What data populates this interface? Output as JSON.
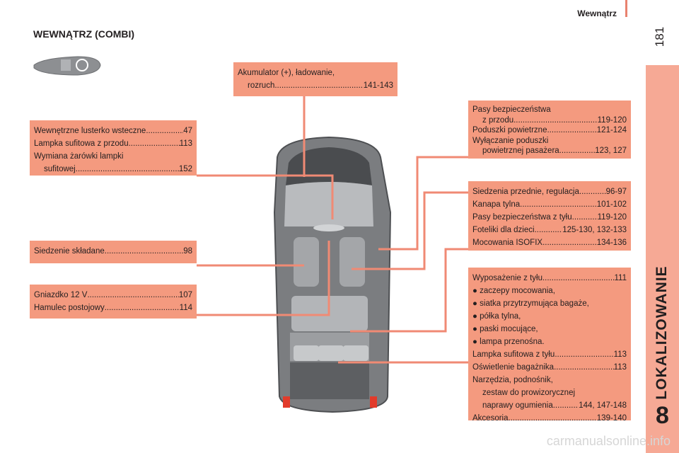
{
  "header": {
    "section": "Wewnątrz",
    "page_number": "181"
  },
  "side": {
    "label": "LOKALIZOWANIE",
    "chapter": "8"
  },
  "title": "WEWNĄTRZ (COMBI)",
  "boxes": {
    "battery": [
      {
        "text": "Akumulator (+), ładowanie,"
      },
      {
        "text": "rozruch",
        "page": "141-143",
        "indent": true
      }
    ],
    "mirror": [
      {
        "text": "Wewnętrzne lusterko wsteczne",
        "page": "47"
      },
      {
        "text": "Lampka sufitowa z przodu",
        "page": "113"
      },
      {
        "text": "Wymiana żarówki lampki"
      },
      {
        "text": "sufitowej",
        "page": "152",
        "indent": true
      }
    ],
    "belts": [
      {
        "text": "Pasy bezpieczeństwa"
      },
      {
        "text": "z przodu",
        "page": "119-120",
        "indent": true
      },
      {
        "text": "Poduszki powietrzne",
        "page": "121-124"
      },
      {
        "text": "Wyłączanie poduszki"
      },
      {
        "text": "powietrznej pasażera",
        "page": "123, 127",
        "indent": true
      }
    ],
    "seats": [
      {
        "text": "Siedzenia przednie, regulacja ",
        "page": "96-97"
      },
      {
        "text": "Kanapa tylna",
        "page": "101-102"
      },
      {
        "text": "Pasy bezpieczeństwa z tyłu",
        "page": "119-120"
      },
      {
        "text": "Foteliki dla dzieci ",
        "page": "125-130, 132-133"
      },
      {
        "text": "Mocowania ISOFIX",
        "page": "134-136"
      }
    ],
    "folding": [
      {
        "text": "Siedzenie składane ",
        "page": "98"
      }
    ],
    "socket": [
      {
        "text": "Gniazdko 12 V ",
        "page": "107"
      },
      {
        "text": "Hamulec postojowy ",
        "page": "114"
      }
    ],
    "rear": [
      {
        "text": "Wyposażenie z tyłu",
        "page": "111"
      },
      {
        "text": "● zaczepy mocowania,"
      },
      {
        "text": "● siatka przytrzymująca bagaże,"
      },
      {
        "text": "● półka tylna,"
      },
      {
        "text": "● paski mocujące,"
      },
      {
        "text": "● lampa przenośna."
      },
      {
        "text": "Lampka sufitowa z tyłu ",
        "page": "113"
      },
      {
        "text": "Oświetlenie bagażnika",
        "page": "113"
      },
      {
        "text": "Narzędzia, podnośnik,"
      },
      {
        "text": "zestaw do prowizorycznej",
        "indent": true
      },
      {
        "text": "naprawy ogumienia ",
        "page": "144, 147-148",
        "indent": true
      },
      {
        "text": "Akcesoria",
        "page": "139-140"
      }
    ]
  },
  "watermark": "carmanualsonline.info",
  "colors": {
    "box": "#f49a7f",
    "side_tab": "#f6a995",
    "line": "#f08a74",
    "car_body": "#7b7d80"
  }
}
